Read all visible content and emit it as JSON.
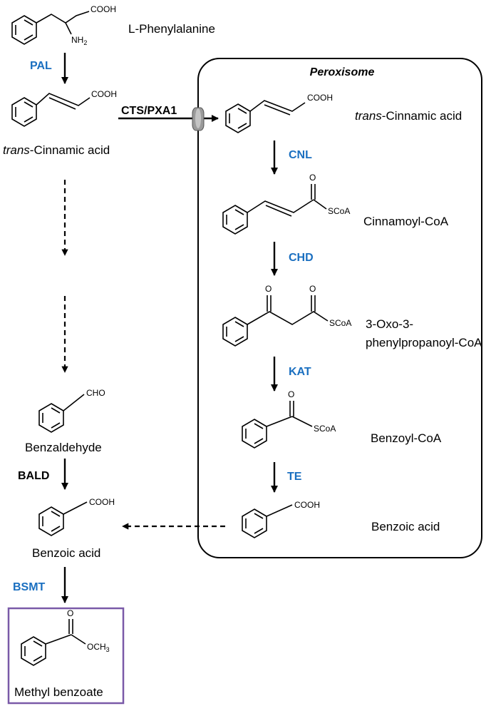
{
  "compartment": {
    "title": "Peroxisome"
  },
  "transporter": "CTS/PXA1",
  "cytosol": {
    "phe": {
      "label": "L-Phenylalanine",
      "cooh": "COOH",
      "nh2": "NH"
    },
    "enz_pal": "PAL",
    "cin": {
      "label_italic": "trans",
      "label_rest": "-Cinnamic acid",
      "cooh": "COOH"
    },
    "bzald": {
      "label": "Benzaldehyde",
      "cho": "CHO"
    },
    "enz_bald": "BALD",
    "ba": {
      "label": "Benzoic acid",
      "cooh": "COOH"
    },
    "enz_bsmt": "BSMT",
    "mb": {
      "label": "Methyl benzoate",
      "o": "O",
      "och3": "OCH"
    }
  },
  "peroxisome": {
    "cin": {
      "label_italic": "trans",
      "label_rest": "-Cinnamic acid",
      "cooh": "COOH"
    },
    "enz_cnl": "CNL",
    "ccoa": {
      "label": "Cinnamoyl-CoA",
      "o": "O",
      "scoa": "SCoA"
    },
    "enz_chd": "CHD",
    "oxo": {
      "label_line1": "3-Oxo-3-",
      "label_line2": "phenylpropanoyl-CoA",
      "o1": "O",
      "o2": "O",
      "scoa": "SCoA"
    },
    "enz_kat": "KAT",
    "bcoa": {
      "label": "Benzoyl-CoA",
      "o": "O",
      "scoa": "SCoA"
    },
    "enz_te": "TE",
    "ba": {
      "label": "Benzoic acid",
      "cooh": "COOH"
    }
  },
  "colors": {
    "enzyme": "#1a6fc0",
    "product_box": "#7a5aa8",
    "transporter": "#9a9a9a"
  }
}
